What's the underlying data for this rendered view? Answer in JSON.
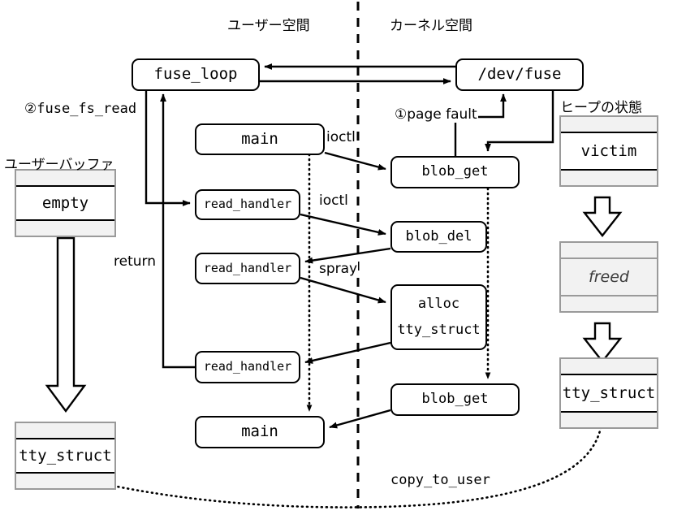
{
  "diagram": {
    "title_userspace": "ユーザー空間",
    "title_kernelspace": "カーネル空間",
    "title_heap": "ヒープの状態",
    "title_userbuffer": "ユーザーバッファ",
    "colors": {
      "stroke": "#000000",
      "chunk_frame": "#9a9a9a",
      "chunk_fill": "#f2f2f2",
      "cell_fill": "#ffffff",
      "background": "#ffffff"
    }
  },
  "boxes": {
    "fuse_loop": "fuse_loop",
    "dev_fuse": "/dev/fuse",
    "main_top": "main",
    "main_bottom": "main",
    "read_handler_1": "read_handler",
    "read_handler_2": "read_handler",
    "read_handler_3": "read_handler",
    "blob_get_top": "blob_get",
    "blob_del": "blob_del",
    "alloc_line1": "alloc",
    "alloc_line2": "tty_struct",
    "blob_get_bottom": "blob_get"
  },
  "memory": {
    "user_buffer_before": "empty",
    "user_buffer_after": "tty_struct",
    "heap_victim": "victim",
    "heap_freed": "freed",
    "heap_tty_struct": "tty_struct"
  },
  "edge_labels": {
    "page_fault": "①page fault",
    "fuse_fs_read": "②fuse_fs_read",
    "ioctl_1": "ioctl",
    "ioctl_2": "ioctl",
    "spray": "spray",
    "return": "return",
    "copy_to_user": "copy_to_user"
  }
}
